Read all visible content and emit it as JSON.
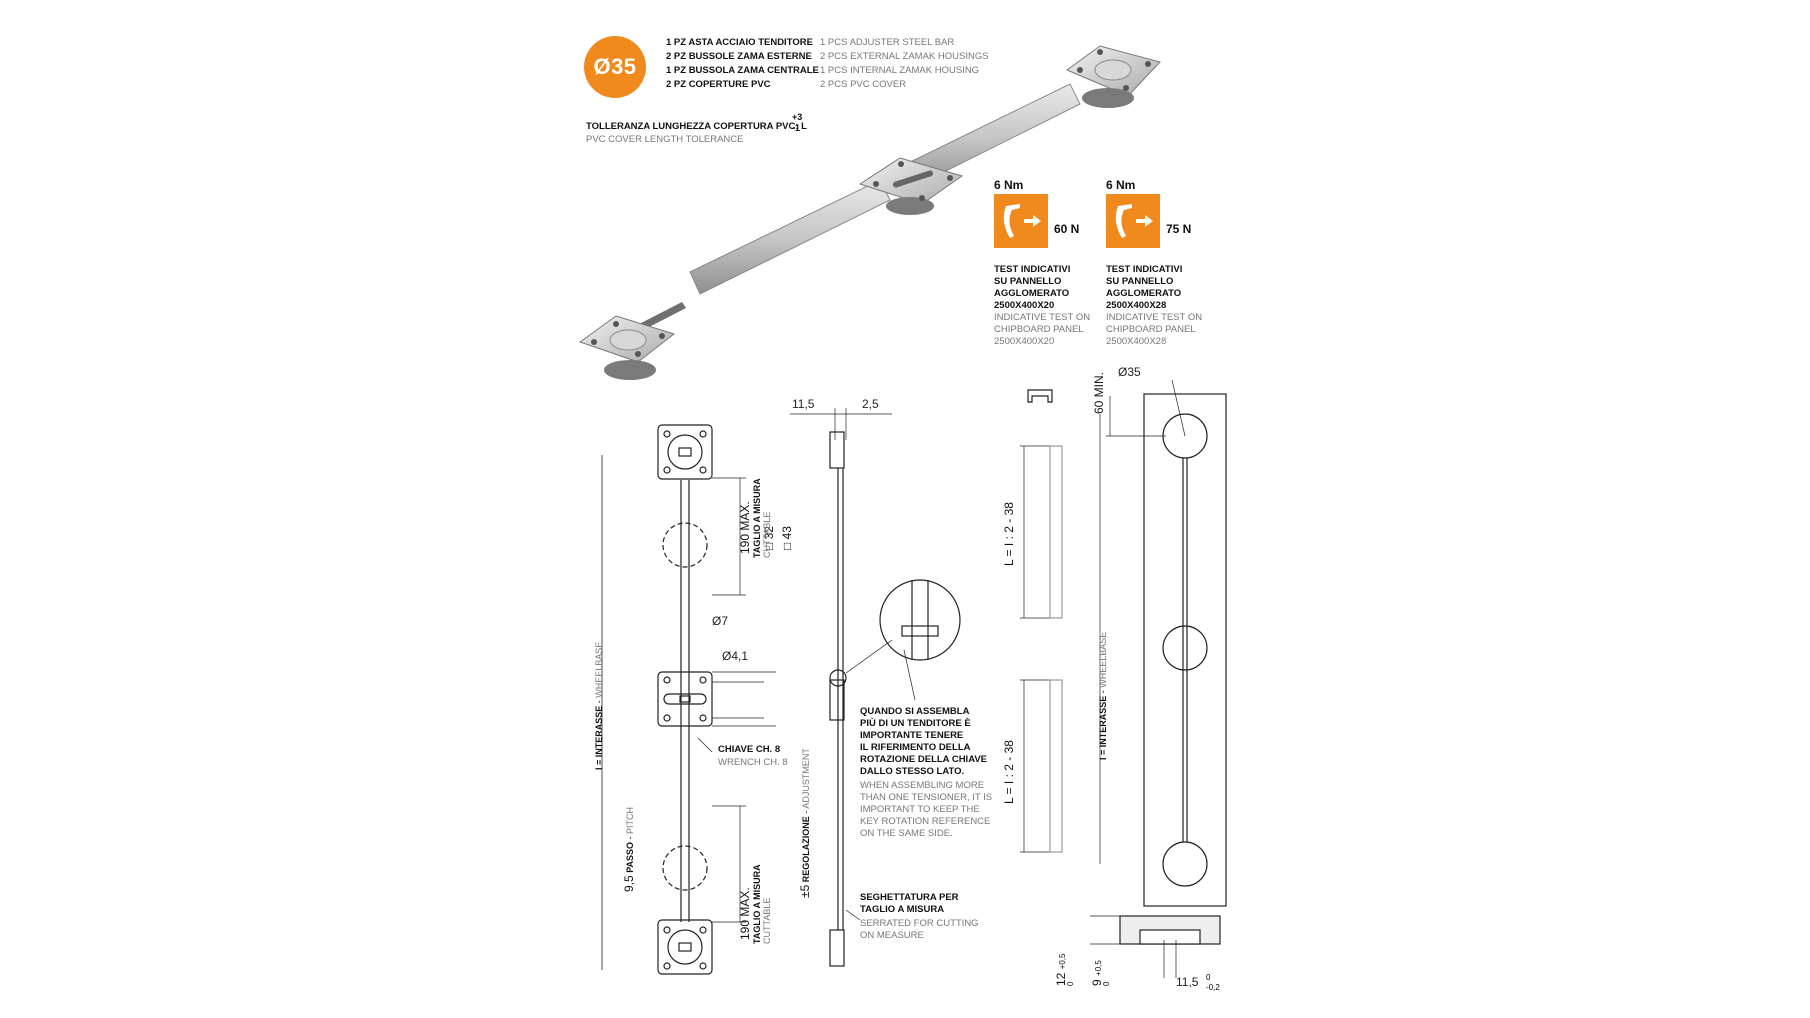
{
  "badge": {
    "label": "Ø35",
    "color": "#f08a1c"
  },
  "components": {
    "it": [
      "1 PZ ASTA ACCIAIO TENDITORE",
      "2 PZ BUSSOLE ZAMA ESTERNE",
      "1 PZ BUSSOLA ZAMA CENTRALE",
      "2 PZ COPERTURE PVC"
    ],
    "en": [
      "1 PCS ADJUSTER STEEL BAR",
      "2 PCS EXTERNAL ZAMAK HOUSINGS",
      "1 PCS INTERNAL ZAMAK HOUSING",
      "2 PCS PVC COVER"
    ]
  },
  "tolerance": {
    "it": "TOLLERANZA LUNGHEZZA COPERTURA PVC: L",
    "sup": "+3",
    "sub": "-1",
    "en": "PVC COVER LENGTH TOLERANCE"
  },
  "tests": [
    {
      "torque": "6 Nm",
      "force": "60 N",
      "it": [
        "TEST INDICATIVI",
        "SU PANNELLO",
        "AGGLOMERATO",
        "2500X400X20"
      ],
      "en": [
        "INDICATIVE TEST ON",
        "CHIPBOARD PANEL",
        "2500X400X20"
      ]
    },
    {
      "torque": "6 Nm",
      "force": "75 N",
      "it": [
        "TEST INDICATIVI",
        "SU PANNELLO",
        "AGGLOMERATO",
        "2500X400X28"
      ],
      "en": [
        "INDICATIVE TEST ON",
        "CHIPBOARD PANEL",
        "2500X400X28"
      ]
    }
  ],
  "drawing1": {
    "cut_it": "TAGLIO A MISURA",
    "cut_en": "CUTTABLE",
    "max_190": "190 max.",
    "d7": "Ø7",
    "d41": "Ø4,1",
    "sq32": "□ 32",
    "sq43": "□ 43",
    "wrench_it": "CHIAVE CH. 8",
    "wrench_en": "WRENCH CH. 8",
    "wheelbase_it": "I = INTERASSE",
    "wheelbase_en": "WHEELBASE",
    "pitch_value": "9,5",
    "pitch_it": "PASSO",
    "pitch_en": "PITCH"
  },
  "drawing2": {
    "d115": "11,5",
    "d25": "2,5",
    "adjust_value": "±5",
    "adjust_it": "REGOLAZIONE",
    "adjust_en": "ADJUSTMENT",
    "note_it": [
      "QUANDO SI ASSEMBLA",
      "PIÙ DI UN TENDITORE È",
      "IMPORTANTE TENERE",
      "IL RIFERIMENTO DELLA",
      "ROTAZIONE DELLA CHIAVE",
      "DALLO STESSO LATO."
    ],
    "note_en": [
      "WHEN ASSEMBLING MORE",
      "THAN ONE TENSIONER, IT IS",
      "IMPORTANT TO KEEP THE",
      "KEY ROTATION REFERENCE",
      "ON THE SAME SIDE."
    ],
    "serr_it": [
      "SEGHETTATURA PER",
      "TAGLIO A MISURA"
    ],
    "serr_en": [
      "SERRATED FOR CUTTING",
      "ON MEASURE"
    ]
  },
  "drawing3": {
    "length_label": "L = I : 2 - 38"
  },
  "drawing4": {
    "d35": "Ø35",
    "min60": "60 min.",
    "wheelbase_it": "I = INTERASSE",
    "wheelbase_en": "WHEELBASE",
    "d12": "12",
    "d12_tol_up": "+0,5",
    "d12_tol_lo": "0",
    "d9": "9",
    "d9_tol_up": "+0,5",
    "d9_tol_lo": "0",
    "d115": "11,5",
    "d115_tol_up": "0",
    "d115_tol_lo": "-0,2"
  }
}
